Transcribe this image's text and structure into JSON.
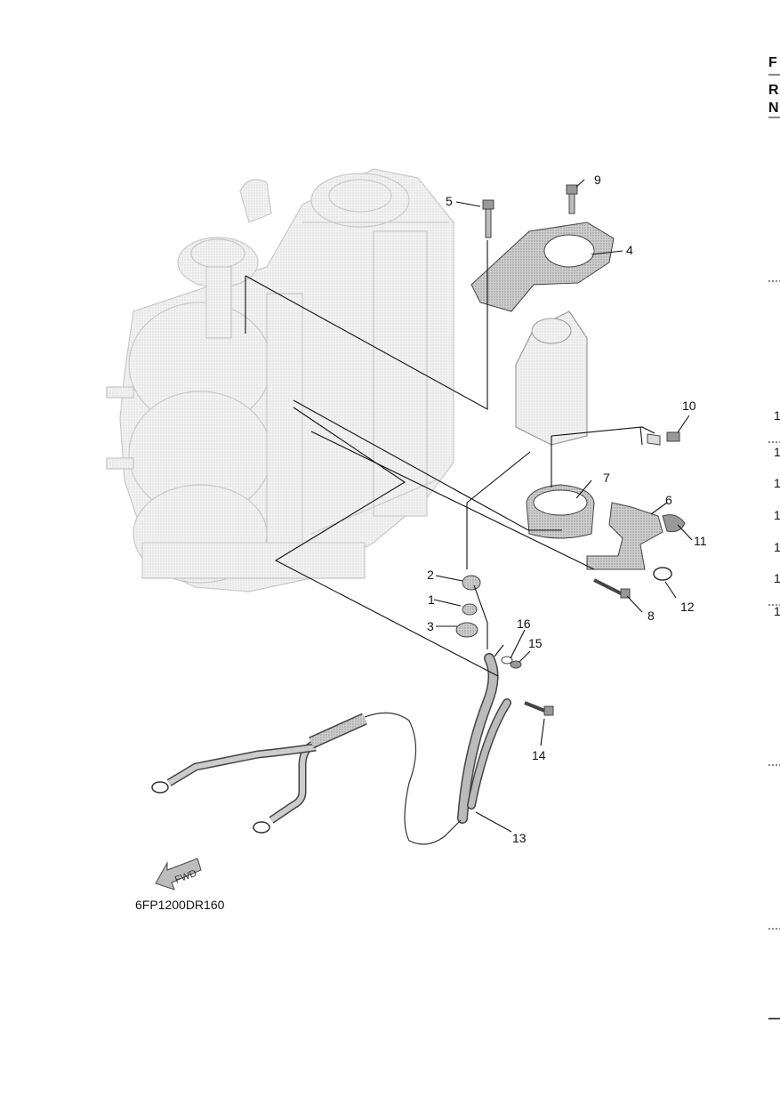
{
  "figure_code": "6FP1200DR160",
  "fwd_label": "FWD",
  "edge_text": {
    "header_f": "F",
    "header_r": "R",
    "header_n": "N",
    "right_col_items": [
      "1",
      "1",
      "1",
      "1",
      "1",
      "1",
      "1"
    ]
  },
  "callouts": {
    "c1": "1",
    "c2": "2",
    "c3": "3",
    "c4": "4",
    "c5": "5",
    "c6": "6",
    "c7": "7",
    "c8": "8",
    "c9": "9",
    "c10": "10",
    "c11": "11",
    "c12": "12",
    "c13": "13",
    "c14": "14",
    "c15": "15",
    "c16": "16"
  },
  "colors": {
    "line": "#111111",
    "engine_fill": "#ececec",
    "engine_stroke": "#c8c8c8",
    "part_fill": "#d9d9d9",
    "part_dark": "#555555"
  }
}
